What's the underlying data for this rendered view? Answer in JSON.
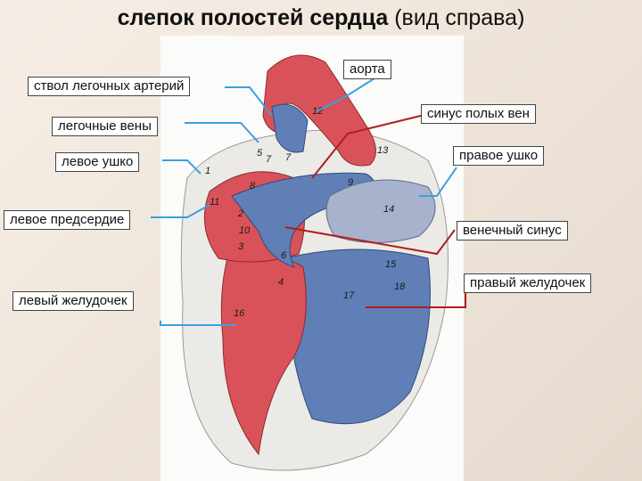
{
  "title": {
    "bold": "слепок полостей сердца",
    "rest": " (вид справа)"
  },
  "labels": {
    "pulmonary_trunk": "ствол легочных артерий",
    "pulmonary_veins": "легочные вены",
    "left_auricle": "левое ушко",
    "left_atrium": "левое предсердие",
    "left_ventricle": "левый желудочек",
    "aorta": "аорта",
    "venae_cavae_sinus": "синус полых вен",
    "right_auricle": "правое ушко",
    "coronary_sinus": "венечный синус",
    "right_ventricle": "правый желудочек"
  },
  "figure_numbers": [
    "1",
    "2",
    "3",
    "4",
    "5",
    "6",
    "7",
    "7",
    "8",
    "9",
    "10",
    "11",
    "12",
    "13",
    "14",
    "15",
    "16",
    "17",
    "18"
  ],
  "colors": {
    "arterial_red": "#d9525a",
    "venous_blue": "#5f7fb6",
    "leader_blue": "#3aa0e0",
    "leader_red": "#b01e1e"
  }
}
